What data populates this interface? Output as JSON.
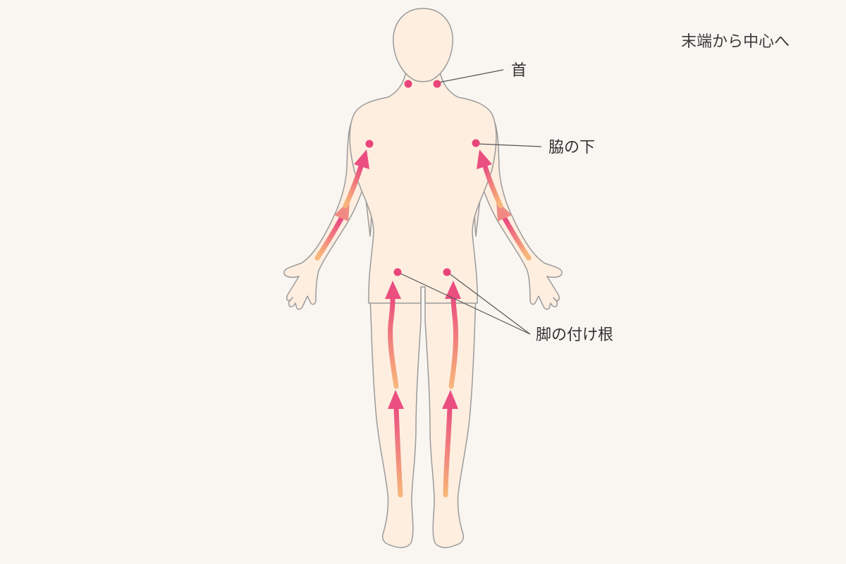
{
  "title": "末端から中心へ",
  "labels": {
    "neck": "首",
    "armpit": "脇の下",
    "groin": "脚の付け根"
  },
  "colors": {
    "background": "#f9f5f1",
    "body_fill": "#fdeee0",
    "body_outline": "#9b9b9b",
    "lymph_node": "#e8457a",
    "arrow_start": "#f7b679",
    "arrow_end": "#ea4f80",
    "leader_line": "#555555"
  }
}
